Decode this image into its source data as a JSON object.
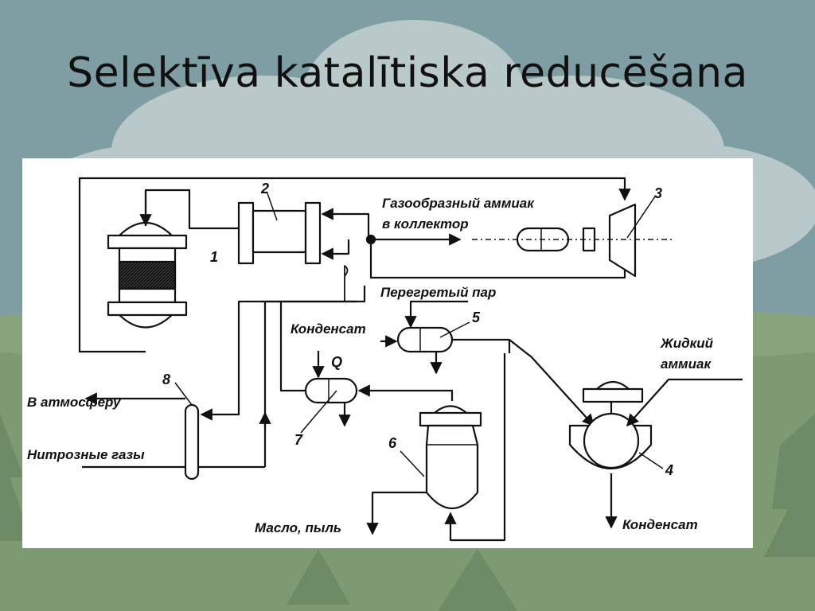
{
  "slide": {
    "title": "Selektīva katalītiska reducēšana"
  },
  "diagram": {
    "numbers": {
      "n1": "1",
      "n2": "2",
      "n3": "3",
      "n4": "4",
      "n5": "5",
      "n6": "6",
      "n7": "7",
      "n8": "8",
      "q": "Q"
    },
    "labels": {
      "gas_ammonia_line1": "Газообразный аммиак",
      "gas_ammonia_line2": "в коллектор",
      "superheated_steam": "Перегретый пар",
      "condensate_in": "Конденсат",
      "liquid_ammonia_line1": "Жидкий",
      "liquid_ammonia_line2": "аммиак",
      "to_atmosphere": "В атмосферу",
      "nitrous_gases": "Нитрозные газы",
      "oil_dust": "Масло, пыль",
      "condensate_out": "Конденсат"
    }
  }
}
